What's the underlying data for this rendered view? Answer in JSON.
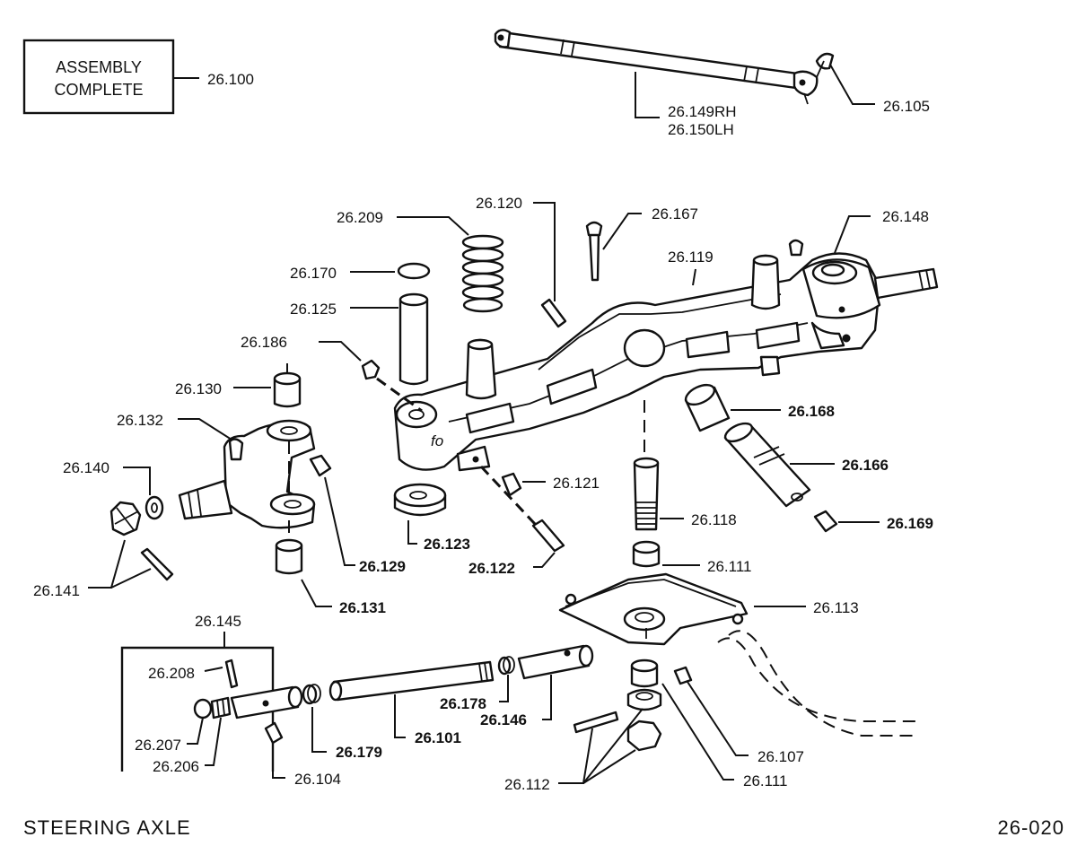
{
  "title": "STEERING AXLE",
  "page_code": "26-020",
  "assembly": {
    "line1": "ASSEMBLY",
    "line2": "COMPLETE",
    "part": "26.100"
  },
  "parts": {
    "p26_149": "26.149RH",
    "p26_150": "26.150LH",
    "p26_105": "26.105",
    "p26_120": "26.120",
    "p26_167": "26.167",
    "p26_148": "26.148",
    "p26_209": "26.209",
    "p26_119": "26.119",
    "p26_170": "26.170",
    "p26_125": "26.125",
    "p26_186": "26.186",
    "p26_130": "26.130",
    "p26_132": "26.132",
    "p26_168": "26.168",
    "p26_166": "26.166",
    "p26_140": "26.140",
    "p26_121": "26.121",
    "p26_169": "26.169",
    "p26_118": "26.118",
    "p26_123": "26.123",
    "p26_129": "26.129",
    "p26_122": "26.122",
    "p26_111_upper": "26.111",
    "p26_141": "26.141",
    "p26_113": "26.113",
    "p26_131": "26.131",
    "p26_145": "26.145",
    "p26_208": "26.208",
    "p26_178": "26.178",
    "p26_146": "26.146",
    "p26_207": "26.207",
    "p26_101": "26.101",
    "p26_179": "26.179",
    "p26_206": "26.206",
    "p26_107": "26.107",
    "p26_104": "26.104",
    "p26_112": "26.112",
    "p26_111_lower": "26.111"
  }
}
